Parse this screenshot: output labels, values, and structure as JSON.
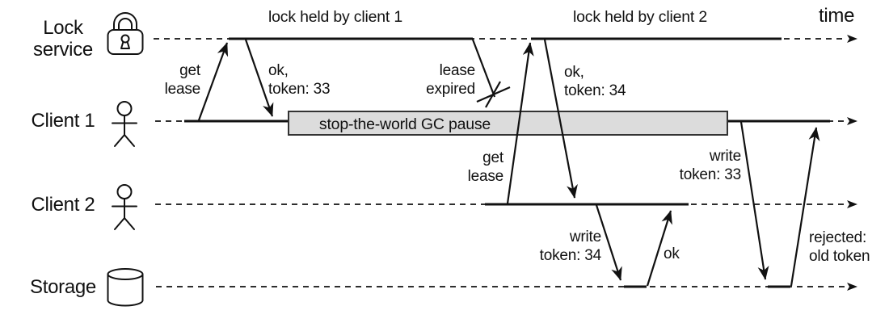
{
  "figure": {
    "time_axis_label": "time",
    "rows": [
      {
        "id": "lock-service",
        "label_lines": [
          "Lock",
          "service"
        ],
        "icon": "padlock-icon"
      },
      {
        "id": "client-1",
        "label_lines": [
          "Client 1"
        ],
        "icon": "person-icon"
      },
      {
        "id": "client-2",
        "label_lines": [
          "Client 2"
        ],
        "icon": "person-icon"
      },
      {
        "id": "storage",
        "label_lines": [
          "Storage"
        ],
        "icon": "database-icon"
      }
    ],
    "spans": {
      "lock_held_1": "lock held by client 1",
      "lock_held_2": "lock held by client 2",
      "gc_pause": "stop-the-world GC pause"
    },
    "messages": {
      "get_lease_1": {
        "line1": "get",
        "line2": "lease"
      },
      "ok_token_33": {
        "line1": "ok,",
        "line2": "token: 33"
      },
      "lease_expired": {
        "line1": "lease",
        "line2": "expired"
      },
      "get_lease_2": {
        "line1": "get",
        "line2": "lease"
      },
      "ok_token_34": {
        "line1": "ok,",
        "line2": "token: 34"
      },
      "write_token_34": {
        "line1": "write",
        "line2": "token: 34"
      },
      "ok_write_34": {
        "line1": "ok"
      },
      "write_token_33": {
        "line1": "write",
        "line2": "token: 33"
      },
      "rejected_old_token": {
        "line1": "rejected:",
        "line2": "old token"
      }
    },
    "colors": {
      "stroke": "#111111",
      "gc_box_fill": "#dcdcdc",
      "gc_box_border": "#333333",
      "background": "#ffffff"
    }
  }
}
